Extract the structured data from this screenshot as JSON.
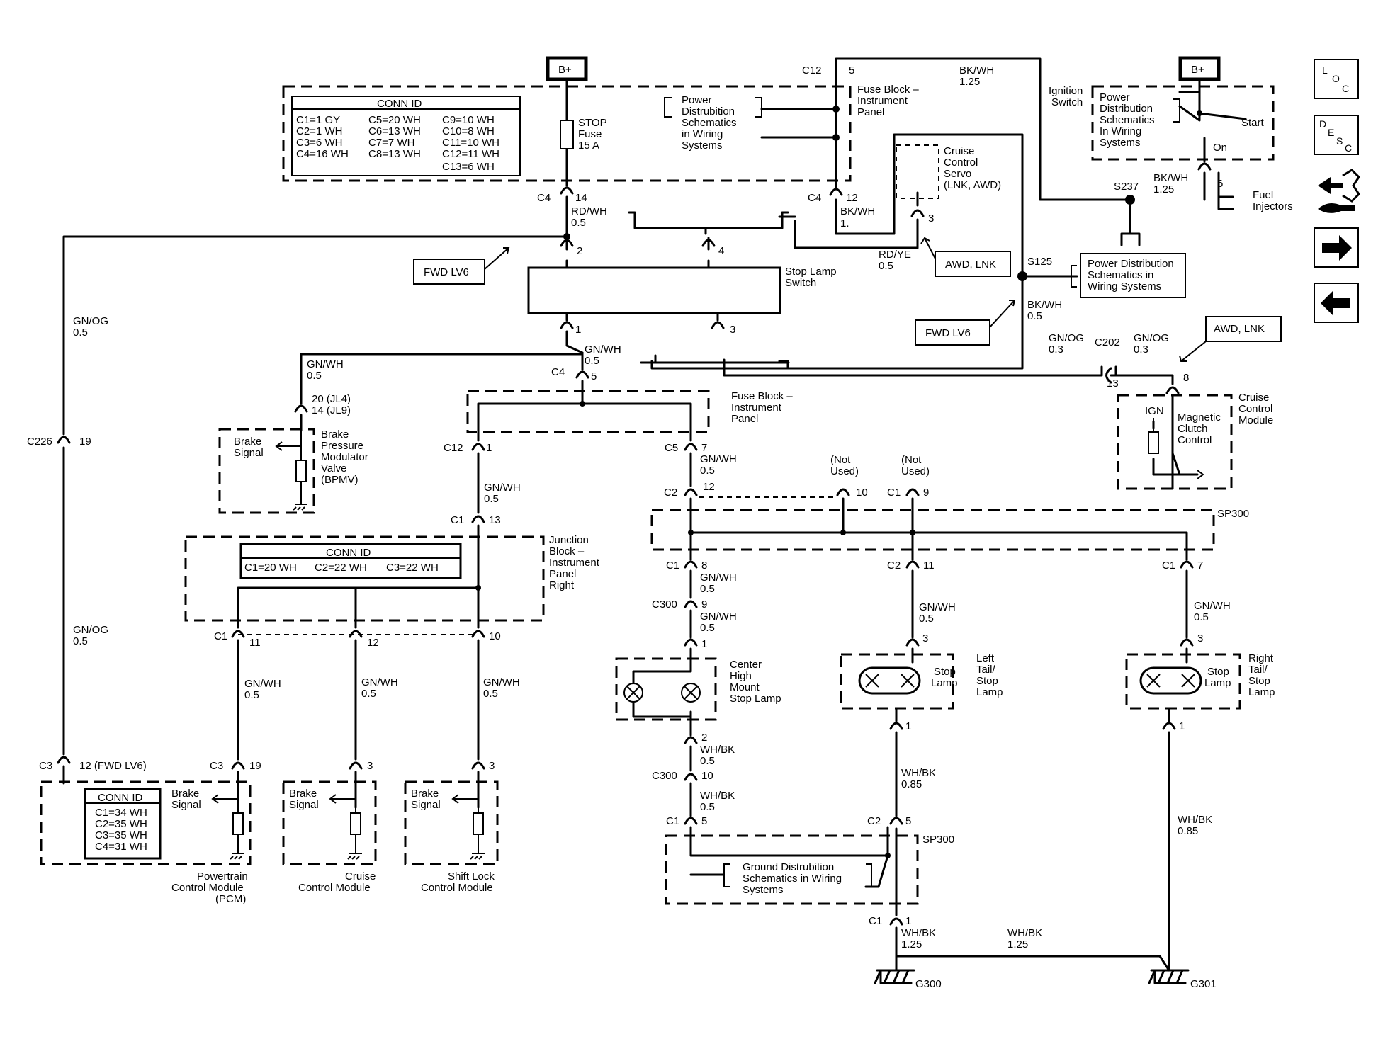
{
  "labels": {
    "bplus_left": "B+",
    "bplus_right": "B+",
    "conn_id_top_title": "CONN ID",
    "conn_id_top_rows": [
      [
        "C1=1 GY",
        "C5=20 WH",
        "C9=10 WH"
      ],
      [
        "C2=1 WH",
        "C6=13 WH",
        "C10=8 WH"
      ],
      [
        "C3=6 WH",
        "C7=7 WH",
        "C11=10 WH"
      ],
      [
        "C4=16 WH",
        "C8=13 WH",
        "C12=11 WH"
      ],
      [
        "",
        "",
        "C13=6 WH"
      ]
    ],
    "stop_fuse": [
      "STOP",
      "Fuse",
      "15  A"
    ],
    "power_dist_top": [
      "Power",
      "Distrubition",
      "Schematics",
      "in Wiring",
      "Systems"
    ],
    "fuse_block_top": [
      "Fuse Block –",
      "Instrument",
      "Panel"
    ],
    "c12_5": [
      "C12",
      "5"
    ],
    "bkwh_top": [
      "BK/WH",
      "1.25"
    ],
    "ignition_switch": [
      "Ignition",
      "Switch"
    ],
    "power_dist_ign": [
      "Power",
      "Distribution",
      "Schematics",
      "In Wiring",
      "Systems"
    ],
    "start": "Start",
    "on": "On",
    "cruise_servo": [
      "Cruise",
      "Control",
      "Servo",
      "(LNK, AWD)"
    ],
    "c4_14": [
      "C4",
      "14"
    ],
    "rdwh": [
      "RD/WH",
      "0.5"
    ],
    "c4_12": [
      "C4",
      "12"
    ],
    "bkwh_1": [
      "BK/WH",
      "1."
    ],
    "s237": "S237",
    "bkwh_125_right": [
      "BK/WH",
      "1.25"
    ],
    "pin6": "6",
    "fuel_injectors": [
      "Fuel",
      "Injectors"
    ],
    "pin3_servo": "3",
    "pin2": "2",
    "pin4": "4",
    "fwd_lv6_a": "FWD LV6",
    "fwd_lv6_b": "FWD LV6",
    "awd_lnk_a": "AWD, LNK",
    "awd_lnk_b": "AWD, LNK",
    "rdye": [
      "RD/YE",
      "0.5"
    ],
    "s125": "S125",
    "power_dist_s125": [
      "Power Distribution",
      "Schematics in",
      "Wiring Systems"
    ],
    "stop_lamp_switch": [
      "Stop Lamp",
      "Switch"
    ],
    "bkwh_05": [
      "BK/WH",
      "0.5"
    ],
    "gnog_05_a": [
      "GN/OG",
      "0.5"
    ],
    "pin1": "1",
    "pin3_sw": "3",
    "gnwh_05_a": [
      "GN/WH",
      "0.5"
    ],
    "gnwh_05_b": [
      "GN/WH",
      "0.5"
    ],
    "gnog_03_a": [
      "GN/OG",
      "0.3"
    ],
    "c202": "C202",
    "gnog_03_b": [
      "GN/OG",
      "0.3"
    ],
    "pin13": "13",
    "pin8": "8",
    "c4_5": [
      "C4",
      "5"
    ],
    "fuse_block_mid": [
      "Fuse Block –",
      "Instrument",
      "Panel"
    ],
    "cruise_module_right": [
      "Cruise",
      "Control",
      "Module"
    ],
    "ign": "IGN",
    "magnetic_clutch": [
      "Magnetic",
      "Clutch",
      "Control"
    ],
    "bpmv_pins": [
      "20 (JL4)",
      "14 (JL9)"
    ],
    "brake_signal": [
      "Brake",
      "Signal"
    ],
    "bpmv": [
      "Brake",
      "Pressure",
      "Modulator",
      "Valve",
      "(BPMV)"
    ],
    "c226": [
      "C226",
      "19"
    ],
    "c12_1": [
      "C12",
      "1"
    ],
    "c5_7": [
      "C5",
      "7"
    ],
    "gnwh_05_c": [
      "GN/WH",
      "0.5"
    ],
    "not_used": [
      "(Not",
      "Used)"
    ],
    "gnwh_05_d": [
      "GN/WH",
      "0.5"
    ],
    "c2_12": [
      "C2",
      "12"
    ],
    "pin10_top": "10",
    "c1_9": [
      "C1",
      "9"
    ],
    "c1_13": [
      "C1",
      "13"
    ],
    "sp300_top": "SP300",
    "junction_block": [
      "Junction",
      "Block –",
      "Instrument",
      "Panel",
      "Right"
    ],
    "conn_id_mid_title": "CONN ID",
    "conn_id_mid_row": [
      "C1=20 WH",
      "C2=22 WH",
      "C3=22 WH"
    ],
    "c1_8": [
      "C1",
      "8"
    ],
    "c2_11": [
      "C2",
      "11"
    ],
    "c1_7": [
      "C1",
      "7"
    ],
    "gnwh_05_e": [
      "GN/WH",
      "0.5"
    ],
    "c300_9": [
      "C300",
      "9"
    ],
    "gnwh_05_f": [
      "GN/WH",
      "0.5"
    ],
    "gnwh_05_g": [
      "GN/WH",
      "0.5"
    ],
    "gnwh_05_h": [
      "GN/WH",
      "0.5"
    ],
    "gnog_05_b": [
      "GN/OG",
      "0.5"
    ],
    "c1_11": [
      "C1",
      "11"
    ],
    "pin12": "12",
    "pin10": "10",
    "pin1_chmsl": "1",
    "pin3_left": "3",
    "pin3_right": "3",
    "gnwh_pcm": [
      "GN/WH",
      "0.5"
    ],
    "gnwh_ccm": [
      "GN/WH",
      "0.5"
    ],
    "gnwh_slcm": [
      "GN/WH",
      "0.5"
    ],
    "chmsl": [
      "Center",
      "High",
      "Mount",
      "Stop Lamp"
    ],
    "stop_lamp": [
      "Stop",
      "Lamp"
    ],
    "left_tail": [
      "Left",
      "Tail/",
      "Stop",
      "Lamp"
    ],
    "right_tail": [
      "Right",
      "Tail/",
      "Stop",
      "Lamp"
    ],
    "pin1_lt": "1",
    "pin1_rt": "1",
    "pin2_chmsl": "2",
    "whbk_05_a": [
      "WH/BK",
      "0.5"
    ],
    "whbk_085_a": [
      "WH/BK",
      "0.85"
    ],
    "c3_12": [
      "C3",
      "12 (FWD LV6)"
    ],
    "c3_19": [
      "C3",
      "19"
    ],
    "pin3_ccm": "3",
    "pin3_slcm": "3",
    "conn_id_pcm_title": "CONN ID",
    "conn_id_pcm_rows": [
      "C1=34 WH",
      "C2=35 WH",
      "C3=35 WH",
      "C4=31 WH"
    ],
    "c300_10": [
      "C300",
      "10"
    ],
    "whbk_05_b": [
      "WH/BK",
      "0.5"
    ],
    "c1_5": [
      "C1",
      "5"
    ],
    "c2_5": [
      "C2",
      "5"
    ],
    "sp300_bot": "SP300",
    "whbk_085_b": [
      "WH/BK",
      "0.85"
    ],
    "ground_dist": [
      "Ground Distrubition",
      "Schematics in Wiring",
      "Systems"
    ],
    "pcm": [
      "Powertrain",
      "Control Module",
      "(PCM)"
    ],
    "ccm": [
      "Cruise",
      "Control Module"
    ],
    "slcm": [
      "Shift Lock",
      "Control Module"
    ],
    "c1_1": [
      "C1",
      "1"
    ],
    "whbk_125_a": [
      "WH/BK",
      "1.25"
    ],
    "whbk_125_b": [
      "WH/BK",
      "1.25"
    ],
    "g300": "G300",
    "g301": "G301"
  },
  "nav": {
    "loc": [
      "L",
      "O",
      "C"
    ],
    "desc": [
      "D",
      "E",
      "S",
      "C"
    ],
    "icons": [
      "connector-tool-icon",
      "forward-arrow-icon",
      "back-arrow-icon"
    ]
  }
}
